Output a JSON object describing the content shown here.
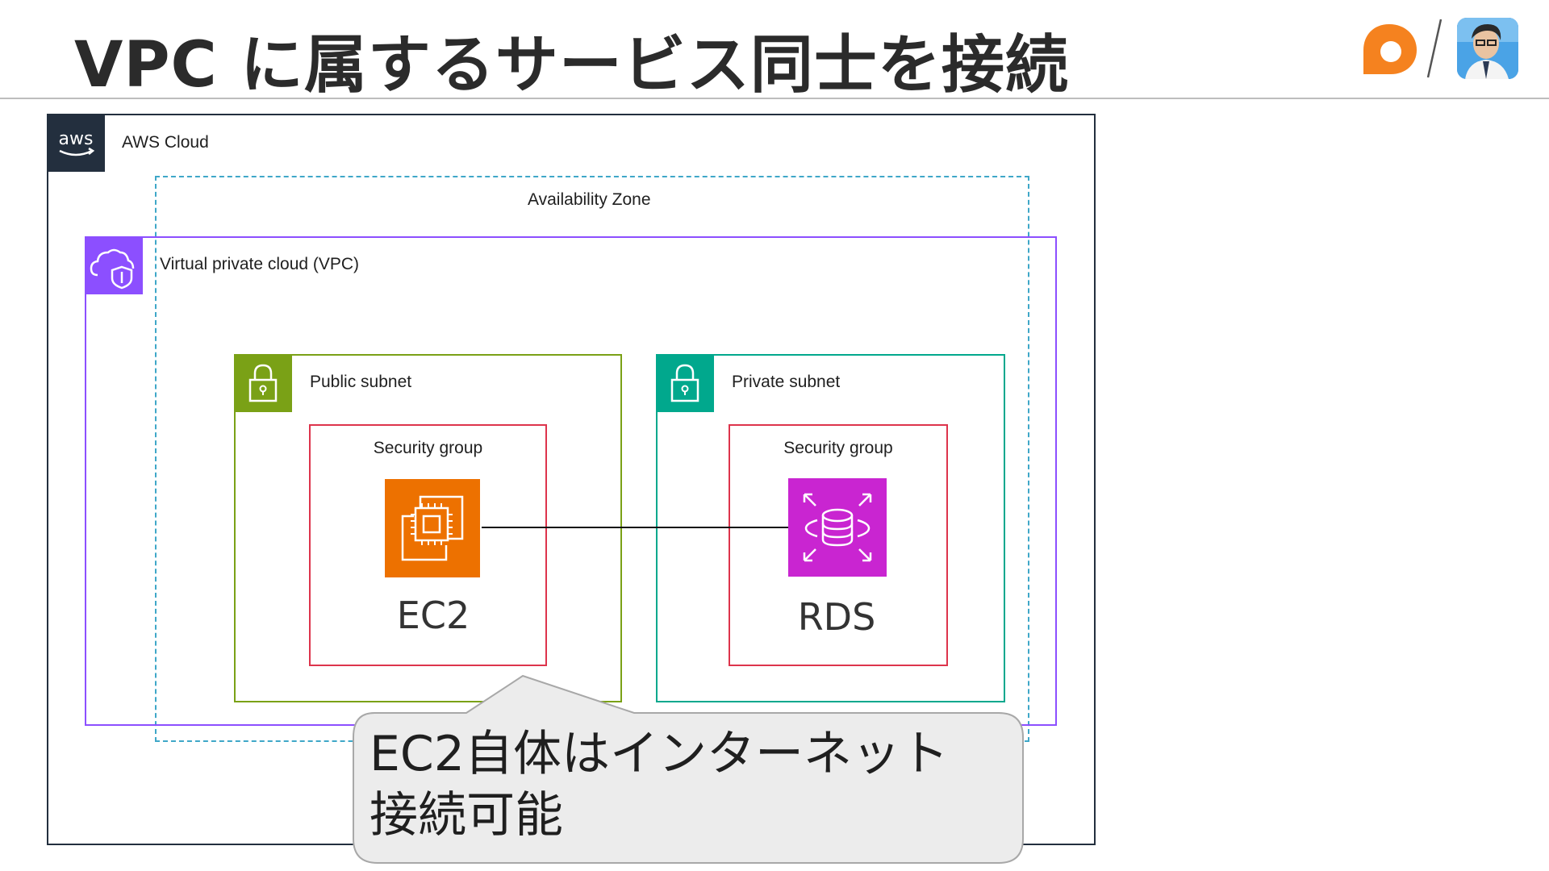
{
  "title": "VPC に属するサービス同士を接続",
  "diagram": {
    "aws_badge_text": "aws",
    "aws_cloud_label": "AWS Cloud",
    "availability_zone_label": "Availability Zone",
    "vpc_label": "Virtual private cloud (VPC)",
    "public_subnet_label": "Public subnet",
    "private_subnet_label": "Private subnet",
    "security_group_label_1": "Security group",
    "security_group_label_2": "Security group",
    "ec2_label": "EC2",
    "rds_label": "RDS"
  },
  "callout": {
    "line1": "EC2自体はインターネット",
    "line2": "接続可能"
  },
  "colors": {
    "aws_dark": "#232f3e",
    "vpc_purple": "#8c4fff",
    "public_green": "#7aa116",
    "private_teal": "#01a88d",
    "security_red": "#dd344c",
    "ec2_orange": "#ed7100",
    "rds_magenta": "#c925d1",
    "az_blue": "#3fa7c8",
    "logo_orange": "#f5821f"
  },
  "icons": {
    "logo": "orange-speech-bubble-logo-icon",
    "avatar": "presenter-avatar",
    "vpc": "cloud-shield-icon",
    "subnet": "padlock-icon",
    "ec2": "chip-instance-icon",
    "rds": "database-icon"
  }
}
